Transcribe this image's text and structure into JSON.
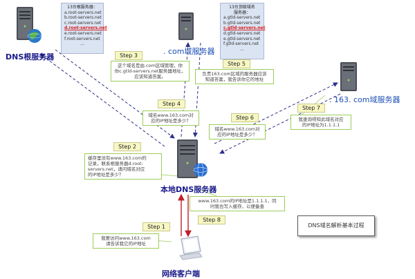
{
  "root_server": {
    "label": "DNS根服务器",
    "list": {
      "title": "13台根服务器：",
      "items": [
        "a.root-servers.net",
        "b.root-servers.net",
        "c.root-servers.net",
        "d.root-servers.net",
        "e.root-servers.net",
        "f.root-servers.net",
        "..."
      ],
      "highlight_index": 3
    }
  },
  "com_server": {
    "label": ". com域服务器",
    "list": {
      "title_lines": [
        "13台顶级域名",
        "服务器："
      ],
      "items": [
        "a.gtld-servers.net",
        "b.gtld-servers.net",
        "c.gtld-servers.net",
        "d.gtld-servers.net",
        "e.gtld-servers.net",
        "f.gtld-servers.net",
        "..."
      ],
      "highlight_index": 2
    }
  },
  "domain_server": {
    "label": ". 163. com域服务器"
  },
  "local_server": {
    "label": "本地DNS服务器"
  },
  "client": {
    "label": "网络客户端"
  },
  "steps": [
    {
      "label": "Step 1",
      "note_lines": [
        "我要访问www.163.com",
        "请告诉我它的IP地址"
      ]
    },
    {
      "label": "Step 2",
      "note_lines": [
        "缓存里没有www.163.com的",
        "记录，联系根服务器d.root-",
        "servers.net，请问域名对应",
        "的IP地址是多少？"
      ]
    },
    {
      "label": "Step 3",
      "note_lines": [
        "这个域名是由.com区域管理，你",
        "你c.gtld-servers.net服务器地址，",
        "应该知道答案。"
      ]
    },
    {
      "label": "Step 4",
      "note_lines": [
        "域名www.163.com对",
        "应的IP地址是多少？"
      ]
    },
    {
      "label": "Step 5",
      "note_lines": [
        "负责163.com区域的服务器应该",
        "知道答案，我告诉你它的地址"
      ]
    },
    {
      "label": "Step 6",
      "note_lines": [
        "域名www.163.com对",
        "应的IP地址是多少？"
      ]
    },
    {
      "label": "Step 7",
      "note_lines": [
        "我查询得知此域名对应",
        "的IP地址为1.1.1.1"
      ]
    },
    {
      "label": "Step 8",
      "note_lines": [
        "www.163.com的IP地址是1.1.1.1，同",
        "时我也写入缓存，以便备查"
      ]
    }
  ],
  "title": "DNS域名解析基本过程",
  "colors": {
    "dashed_arrow": "#2d2d8a",
    "red_arrow": "#c0202a",
    "note_border": "#9ccc58",
    "step_fill": "#f7f7c4",
    "list_fill": "#dbe4f3",
    "label_blue": "#1c4fb5"
  }
}
